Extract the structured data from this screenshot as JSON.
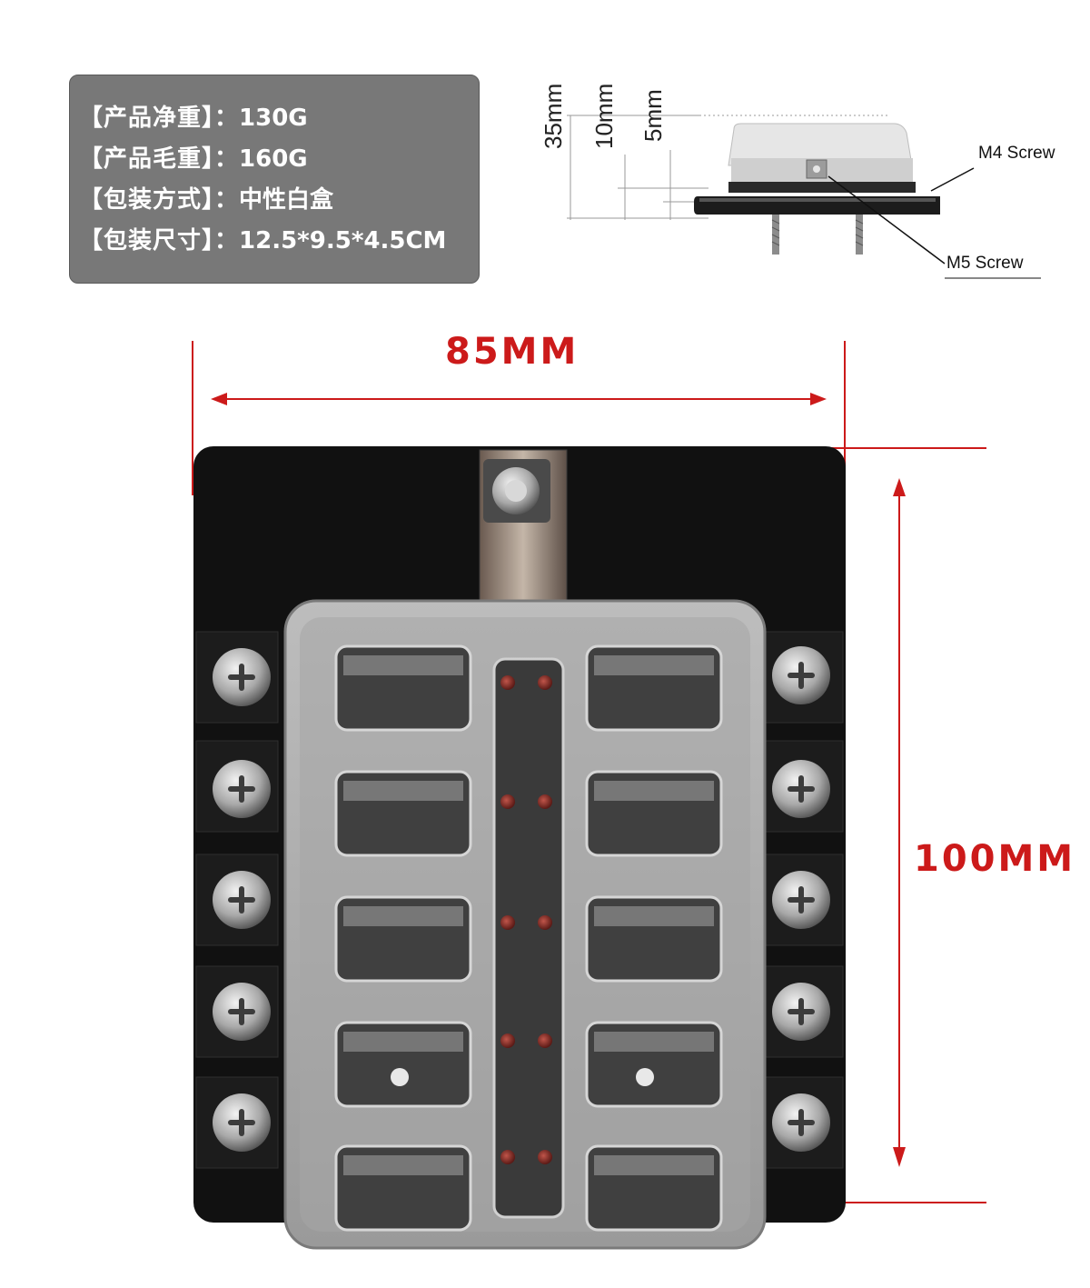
{
  "specs": [
    {
      "label": "【产品净重】：",
      "value": "130G"
    },
    {
      "label": "【产品毛重】：",
      "value": "160G"
    },
    {
      "label": "【包装方式】：",
      "value": "中性白盒"
    },
    {
      "label": "【包装尺寸】：",
      "value": "12.5*9.5*4.5CM"
    }
  ],
  "side_view": {
    "heights": [
      "35mm",
      "10mm",
      "5mm"
    ],
    "m4_label": "M4 Screw",
    "m5_label": "M5 Screw"
  },
  "dimensions": {
    "width": "85MM",
    "height": "100MM",
    "color": "#cc1a1a"
  }
}
